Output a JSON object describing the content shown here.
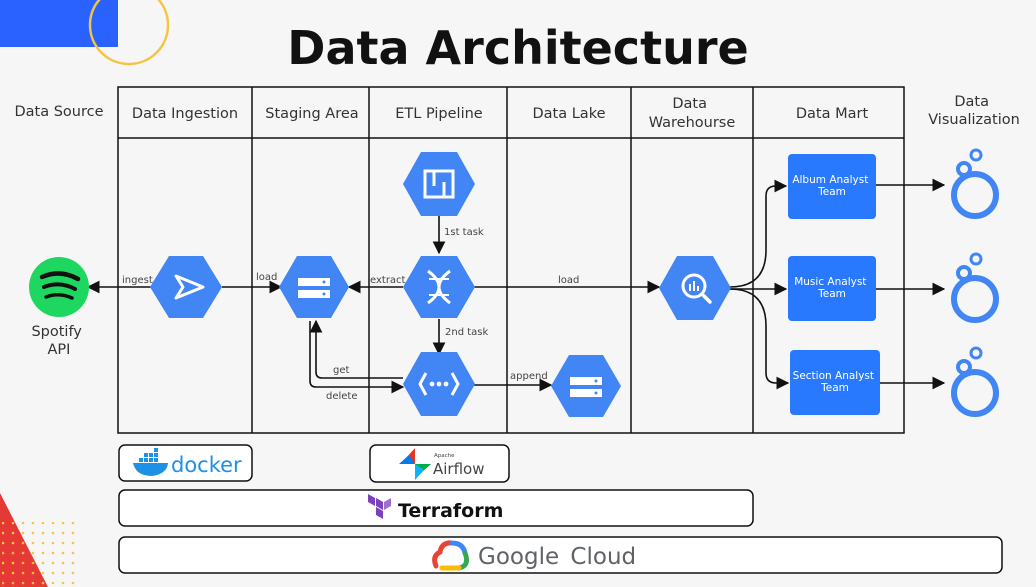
{
  "title": "Data Architecture",
  "columns": {
    "source": "Data Source",
    "ingestion": "Data Ingestion",
    "staging": "Staging Area",
    "etl": "ETL Pipeline",
    "lake": "Data Lake",
    "warehouse": [
      "Data",
      "Warehourse"
    ],
    "mart": "Data Mart",
    "viz": [
      "Data",
      "Visualization"
    ]
  },
  "source": {
    "label": [
      "Spotify",
      "API"
    ]
  },
  "teams": [
    [
      "Album Analyst",
      "Team"
    ],
    [
      "Music Analyst",
      "Team"
    ],
    [
      "Section Analyst",
      "Team"
    ]
  ],
  "edges": {
    "ingest": "ingest",
    "load_staging": "load",
    "extract": "extract",
    "first_task": "1st task",
    "second_task": "2nd task",
    "load_warehouse": "load",
    "get": "get",
    "delete": "delete",
    "append": "append"
  },
  "tools": {
    "docker": "docker",
    "airflow_small": "Apache",
    "airflow": "Airflow",
    "terraform": "Terraform",
    "google": "Google",
    "cloud": "Cloud"
  },
  "colors": {
    "gcp_blue": "#4285f4",
    "spotify_green": "#1ed760",
    "looker_blue": "#4285f4",
    "docker_blue": "#1d91e6",
    "terraform_purple": "#7b42bc",
    "accent_blue": "#2962ff",
    "accent_yellow": "#f4c542",
    "accent_red": "#e53935"
  },
  "icons": {
    "ingestion": "pubsub-icon",
    "staging": "cloud-storage-icon",
    "composer": "cloud-composer-icon",
    "dataproc": "dataproc-icon",
    "functions": "cloud-functions-icon",
    "lake": "cloud-storage-icon",
    "warehouse": "bigquery-icon",
    "viz": "looker-studio-icon"
  }
}
